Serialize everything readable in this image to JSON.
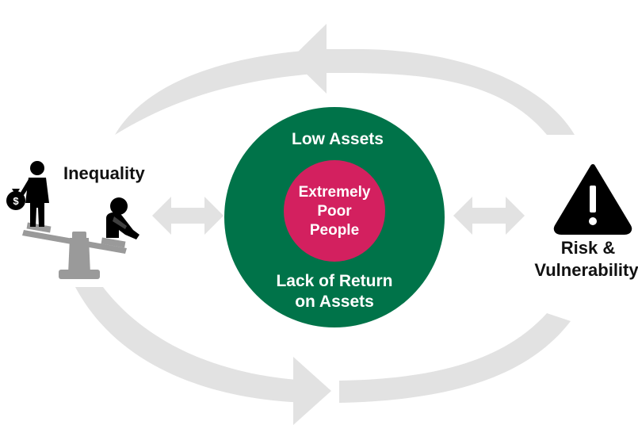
{
  "center": {
    "outer_top_label": "Low Assets",
    "outer_bottom_label_line1": "Lack of Return",
    "outer_bottom_label_line2": "on Assets",
    "inner_line1": "Extremely",
    "inner_line2": "Poor",
    "inner_line3": "People"
  },
  "left_node": {
    "label": "Inequality",
    "icon": "seesaw-inequality-icon",
    "money_bag_symbol": "$"
  },
  "right_node": {
    "label_line1": "Risk &",
    "label_line2": "Vulnerability",
    "icon": "warning-triangle-icon",
    "warning_symbol": "!"
  },
  "colors": {
    "outer_circle": "#007349",
    "inner_circle": "#d3205f",
    "arrows": "#e2e2e2",
    "icons": "#000000",
    "seesaw": "#9a9a9a",
    "text_dark": "#111111",
    "text_light": "#ffffff"
  }
}
